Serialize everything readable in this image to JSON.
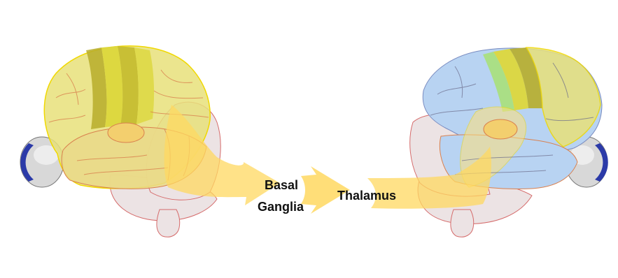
{
  "diagram": {
    "labels": {
      "basal_ganglia_line1": "Basal",
      "basal_ganglia_line2": "Ganglia",
      "thalamus": "Thalamus"
    },
    "colors": {
      "cortex_yellow": "#e8e17a",
      "motor_yellow": "#dcd73c",
      "premotor_olive": "#b7ad2a",
      "frontal_blue": "#b8d3f2",
      "subcortical_pink": "#ece3e4",
      "pathway_yellow": "#ffd860",
      "eye_blue": "#2b3aa8",
      "highlight_green": "#a9e07a",
      "sulcus_red": "#d9804e"
    }
  }
}
